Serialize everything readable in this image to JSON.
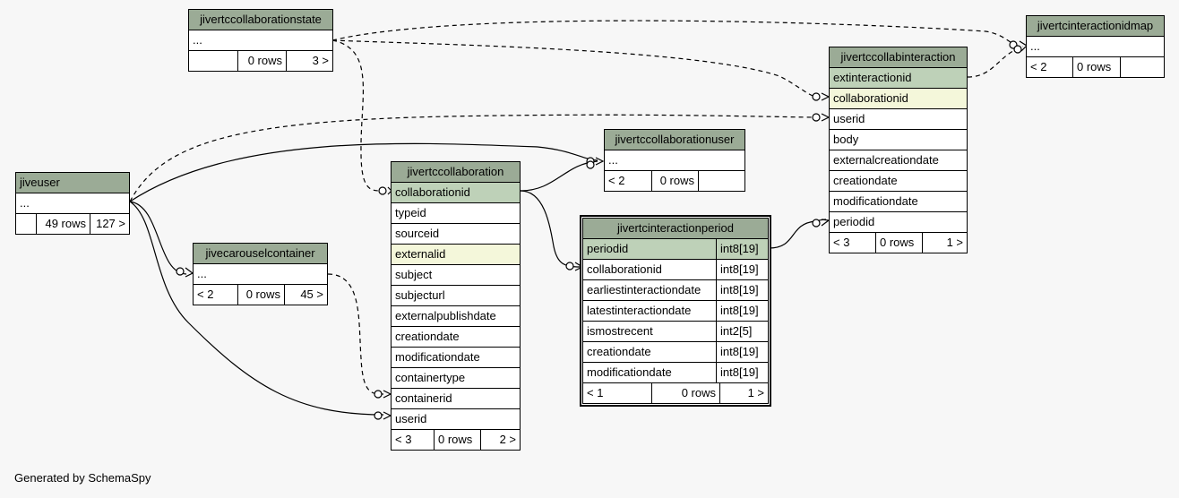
{
  "tables": {
    "state": {
      "name": "jivertccollaborationstate",
      "rows": [
        "..."
      ],
      "footer": [
        "",
        "0 rows",
        "3 >"
      ]
    },
    "jiveuser": {
      "name": "jiveuser",
      "rows": [
        "..."
      ],
      "footer": [
        "",
        "49 rows",
        "127 >"
      ]
    },
    "carousel": {
      "name": "jivecarouselcontainer",
      "rows": [
        "..."
      ],
      "footer": [
        "< 2",
        "0 rows",
        "45 >"
      ]
    },
    "collab": {
      "name": "jivertccollaboration",
      "rows": [
        "collaborationid",
        "typeid",
        "sourceid",
        "externalid",
        "subject",
        "subjecturl",
        "externalpublishdate",
        "creationdate",
        "modificationdate",
        "containertype",
        "containerid",
        "userid"
      ],
      "footer": [
        "< 3",
        "0 rows",
        "2 >"
      ]
    },
    "collabuser": {
      "name": "jivertccollaborationuser",
      "rows": [
        "..."
      ],
      "footer": [
        "< 2",
        "0 rows",
        ""
      ]
    },
    "period": {
      "name": "jivertcinteractionperiod",
      "rows": [
        "periodid",
        "collaborationid",
        "earliestinteractiondate",
        "latestinteractiondate",
        "ismostrecent",
        "creationdate",
        "modificationdate"
      ],
      "types": [
        "int8[19]",
        "int8[19]",
        "int8[19]",
        "int8[19]",
        "int2[5]",
        "int8[19]",
        "int8[19]"
      ],
      "footer": [
        "< 1",
        "0 rows",
        "1 >"
      ]
    },
    "interaction": {
      "name": "jivertccollabinteraction",
      "rows": [
        "extinteractionid",
        "collaborationid",
        "userid",
        "body",
        "externalcreationdate",
        "creationdate",
        "modificationdate",
        "periodid"
      ],
      "footer": [
        "< 3",
        "0 rows",
        "1 >"
      ]
    },
    "idmap": {
      "name": "jivertcinteractionidmap",
      "rows": [
        "..."
      ],
      "footer": [
        "< 2",
        "0 rows",
        ""
      ]
    }
  },
  "footer_text": "Generated by SchemaSpy"
}
